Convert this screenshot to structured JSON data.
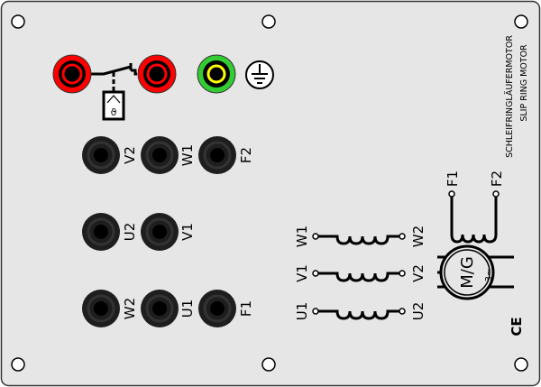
{
  "panel": {
    "title_de": "SCHLEIFRINGLÄUFERMOTOR",
    "title_en": "SLIP  RING  MOTOR",
    "ce_mark": "CE",
    "colors": {
      "panel": "#e6e6e6",
      "red_jack": "#ff0000",
      "green_jack": "#33cc33",
      "yellow_ring": "#ffff00",
      "black_jack": "#1e1e1e"
    }
  },
  "jack_labels": {
    "row1": [
      "V2",
      "W1",
      "F2"
    ],
    "row2": [
      "U2",
      "V1"
    ],
    "row3": [
      "W2",
      "U1",
      "F1"
    ]
  },
  "thermal_switch": {
    "symbol": "ϑ"
  },
  "windings": [
    {
      "left": "W1",
      "right": "W2"
    },
    {
      "left": "V1",
      "right": "V2"
    },
    {
      "left": "U1",
      "right": "U2"
    }
  ],
  "rotor": {
    "left": "F1",
    "right": "F2"
  },
  "motor": {
    "label": "M/G",
    "phase": "3~"
  }
}
